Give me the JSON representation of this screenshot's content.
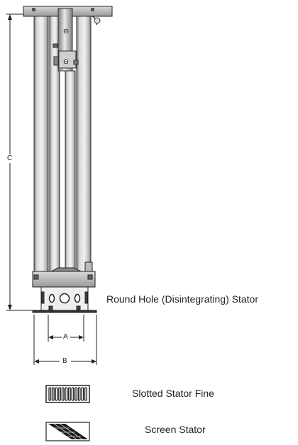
{
  "dimensions": {
    "overall_height": "C",
    "inner_width": "A",
    "base_width": "B"
  },
  "stators": [
    {
      "name": "Round Hole (Disintegrating) Stator"
    },
    {
      "name": "Slotted Stator Fine"
    },
    {
      "name": "Screen Stator"
    }
  ],
  "colors": {
    "line": "#222222",
    "tube_light": "#e8e8e8",
    "tube_mid": "#bdbdbd",
    "tube_dark": "#6e6e6e",
    "metal": "#9c9c9c"
  }
}
